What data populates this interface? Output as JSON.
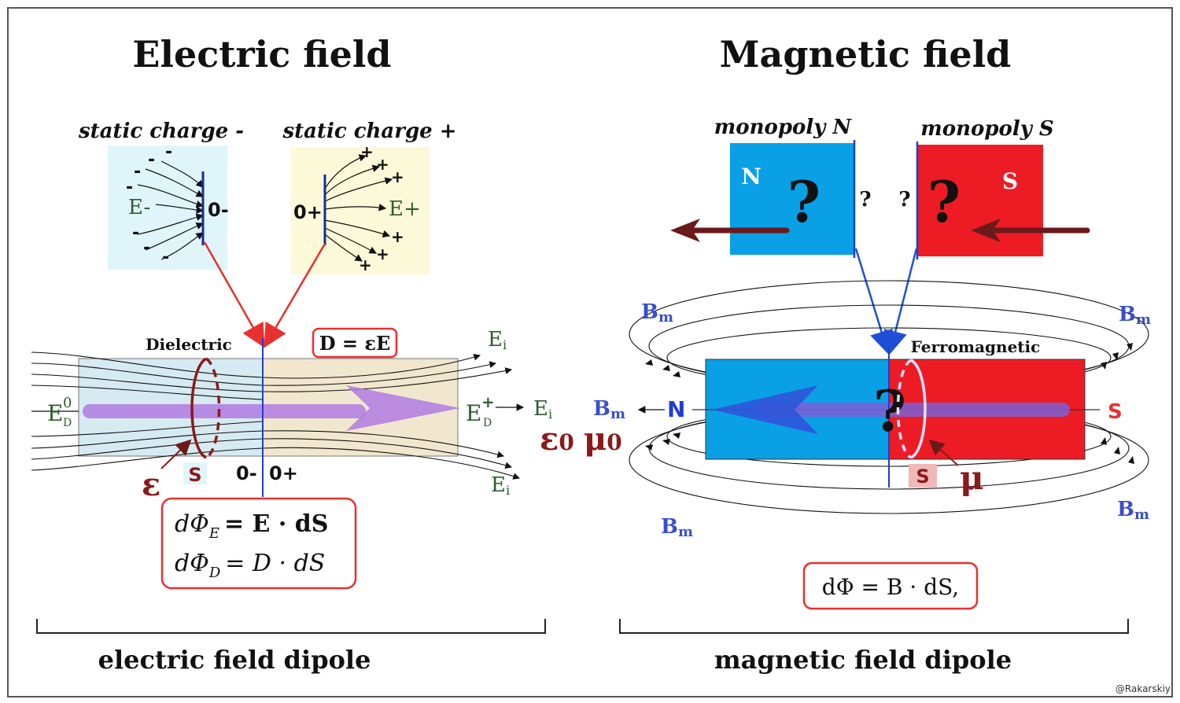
{
  "titles": {
    "electric": "Electric field",
    "magnetic": "Magnetic field"
  },
  "electric": {
    "neg_label": "static charge -",
    "pos_label": "static charge +",
    "e_minus": "E-",
    "e_plus": "E+",
    "zero_minus": "0-",
    "zero_plus": "0+",
    "minus_sign": "-",
    "plus_sign": "+",
    "dielectric": "Dielectric",
    "d_eq": "D = εE",
    "ei": "E",
    "ei_sub": "i",
    "ed": "E",
    "ed_sub": "D",
    "ed0_sup": "0",
    "edp_sup": "+",
    "epsilon": "ε",
    "s_label": "S",
    "bar_zero_minus": "0-",
    "bar_zero_plus": "0+",
    "flux_e_lhs": "dΦ",
    "flux_e_sub": "E",
    "flux_e_rhs": "= E · dS",
    "flux_d_lhs": "dΦ",
    "flux_d_sub": "D",
    "flux_d_rhs": "= D · dS",
    "caption": "electric field dipole"
  },
  "center": {
    "eps0": "ε",
    "mu0": "μ",
    "sub0": "0"
  },
  "magnetic": {
    "mono_n_label": "monopoly N",
    "mono_s_label": "monopoly S",
    "n_letter": "N",
    "s_letter": "S",
    "question": "?",
    "ferro": "Ferromagnetic",
    "bm": "B",
    "bm_sub": "m",
    "n_pole": "N",
    "s_pole": "S",
    "mu": "μ",
    "s_label": "S",
    "flux": "dΦ = B · dS,",
    "caption": "magnetic field dipole"
  },
  "watermark": "@Rakarskiy",
  "colors": {
    "red": "#e8312f",
    "blue": "#1f6fe0",
    "cyan_block": "#0aa0e6",
    "dark_red": "#8b1a1a",
    "green_text": "#2e5e2e",
    "bm_blue": "#3a4fc8",
    "violet": "#b07ae0",
    "dielectric_blue": "#d6eaf2",
    "dielectric_tan": "#f1e7cf"
  }
}
